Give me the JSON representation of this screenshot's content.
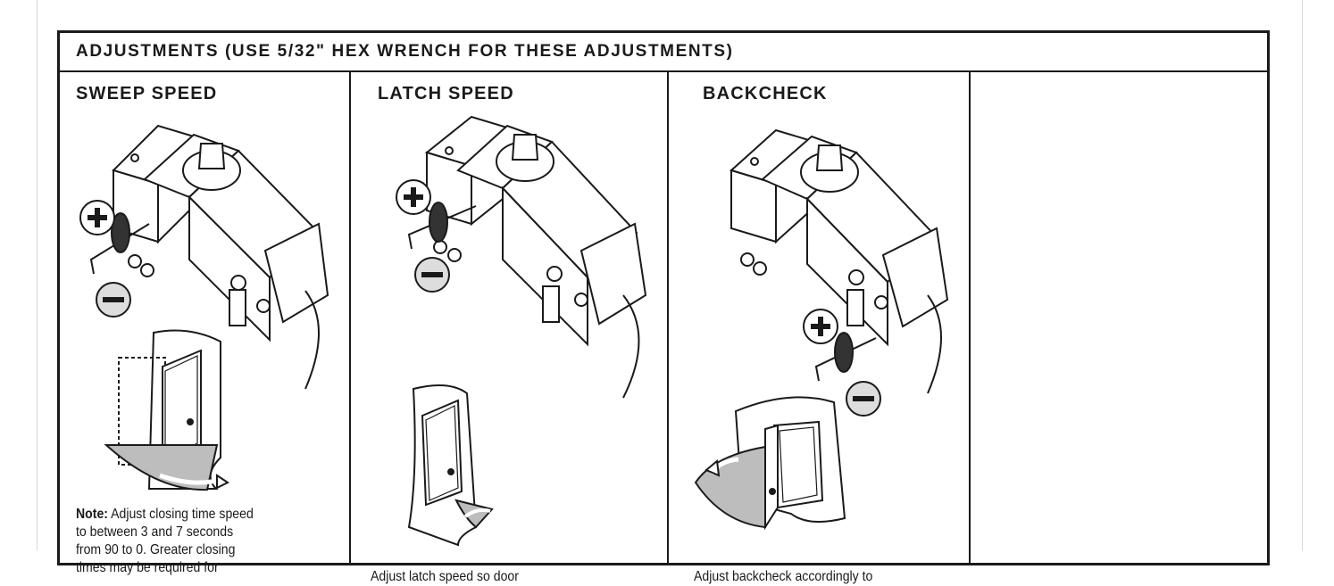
{
  "header": {
    "title": "ADJUSTMENTS (USE 5/32\" HEX WRENCH FOR THESE ADJUSTMENTS)"
  },
  "columns": [
    {
      "title": "SWEEP SPEED",
      "note_label": "Note:",
      "note_lines": [
        " Adjust closing time speed",
        "to between 3 and 7 seconds",
        "from 90 to 0. Greater closing",
        "times may be required for"
      ]
    },
    {
      "title": "LATCH SPEED",
      "note_lines": [
        "Adjust latch speed so door"
      ]
    },
    {
      "title": "BACKCHECK",
      "note_lines": [
        "Adjust backcheck accordingly to"
      ]
    }
  ],
  "symbols": {
    "plus": "+",
    "minus": "−"
  }
}
